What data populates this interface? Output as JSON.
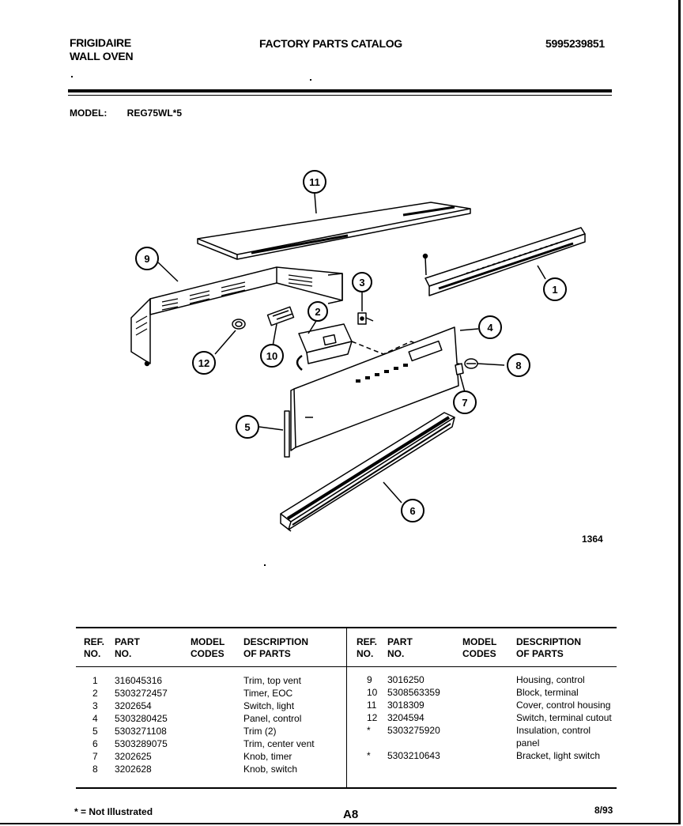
{
  "header": {
    "brand_line1": "FRIGIDAIRE",
    "brand_line2": "WALL OVEN",
    "title": "FACTORY PARTS CATALOG",
    "catalog_number": "5995239851"
  },
  "model": {
    "label": "MODEL:",
    "value": "REG75WL*5"
  },
  "diagram": {
    "id": "1364",
    "callouts": [
      "11",
      "9",
      "3",
      "2",
      "1",
      "4",
      "12",
      "10",
      "8",
      "7",
      "5",
      "6"
    ]
  },
  "table": {
    "headers": {
      "ref": "REF.\nNO.",
      "part": "PART\nNO.",
      "codes": "MODEL\nCODES",
      "desc": "DESCRIPTION\nOF PARTS"
    },
    "left_rows": [
      {
        "ref": "1",
        "part": "316045316",
        "desc": "Trim, top vent"
      },
      {
        "ref": "2",
        "part": "5303272457",
        "desc": "Timer, EOC"
      },
      {
        "ref": "3",
        "part": "3202654",
        "desc": "Switch, light"
      },
      {
        "ref": "4",
        "part": "5303280425",
        "desc": "Panel, control"
      },
      {
        "ref": "5",
        "part": "5303271108",
        "desc": "Trim (2)"
      },
      {
        "ref": "6",
        "part": "5303289075",
        "desc": "Trim, center vent"
      },
      {
        "ref": "7",
        "part": "3202625",
        "desc": "Knob, timer"
      },
      {
        "ref": "8",
        "part": "3202628",
        "desc": "Knob, switch"
      }
    ],
    "right_rows": [
      {
        "ref": "9",
        "part": "3016250",
        "desc": "Housing, control"
      },
      {
        "ref": "10",
        "part": "5308563359",
        "desc": "Block, terminal"
      },
      {
        "ref": "11",
        "part": "3018309",
        "desc": "Cover, control housing"
      },
      {
        "ref": "12",
        "part": "3204594",
        "desc": "Switch, terminal cutout"
      },
      {
        "ref": "*",
        "part": "5303275920",
        "desc": "Insulation, control"
      },
      {
        "ref": "",
        "part": "",
        "desc": "panel"
      },
      {
        "ref": "*",
        "part": "5303210643",
        "desc": "Bracket, light switch"
      }
    ]
  },
  "footer": {
    "note": "* = Not Illustrated",
    "page": "A8",
    "date": "8/93"
  }
}
